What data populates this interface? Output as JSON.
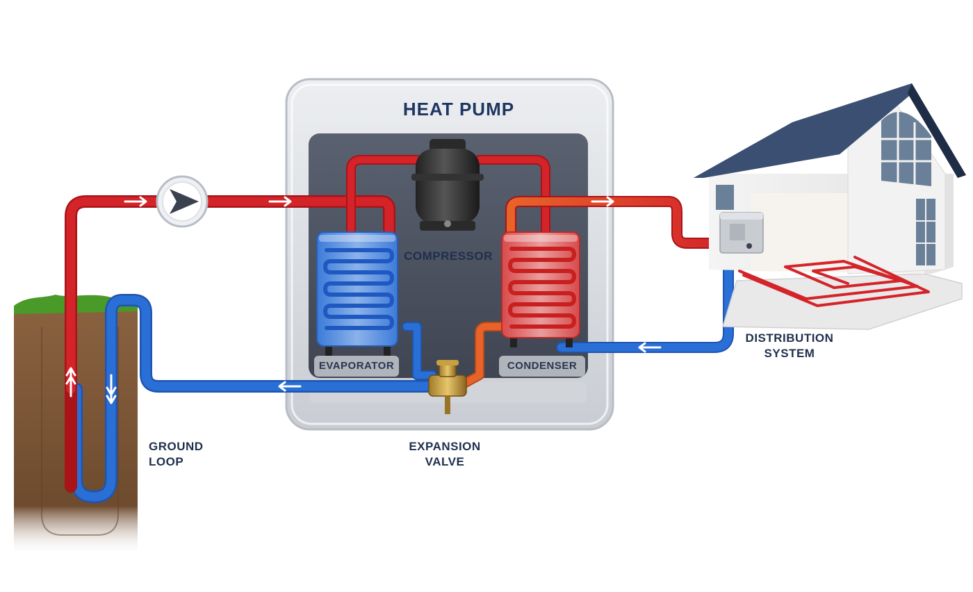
{
  "diagram": {
    "title": "HEAT PUMP",
    "labels": {
      "compressor": "COMPRESSOR",
      "evaporator": "EVAPORATOR",
      "condenser": "CONDENSER",
      "expansion_valve": [
        "EXPANSION",
        "VALVE"
      ],
      "ground_loop": [
        "GROUND",
        "LOOP"
      ],
      "distribution_system": [
        "DISTRIBUTION",
        "SYSTEM"
      ]
    },
    "colors": {
      "hot_pipe": "#d4242a",
      "cold_pipe": "#2a6fd6",
      "warm_pipe": "#e8632a",
      "cabinet_outer": "#d9dce1",
      "cabinet_inner": "#4a5160",
      "label_text": "#1f2f4d",
      "roof": "#2c3e5c",
      "soil": "#7a5535",
      "grass": "#4a9a2a"
    }
  }
}
